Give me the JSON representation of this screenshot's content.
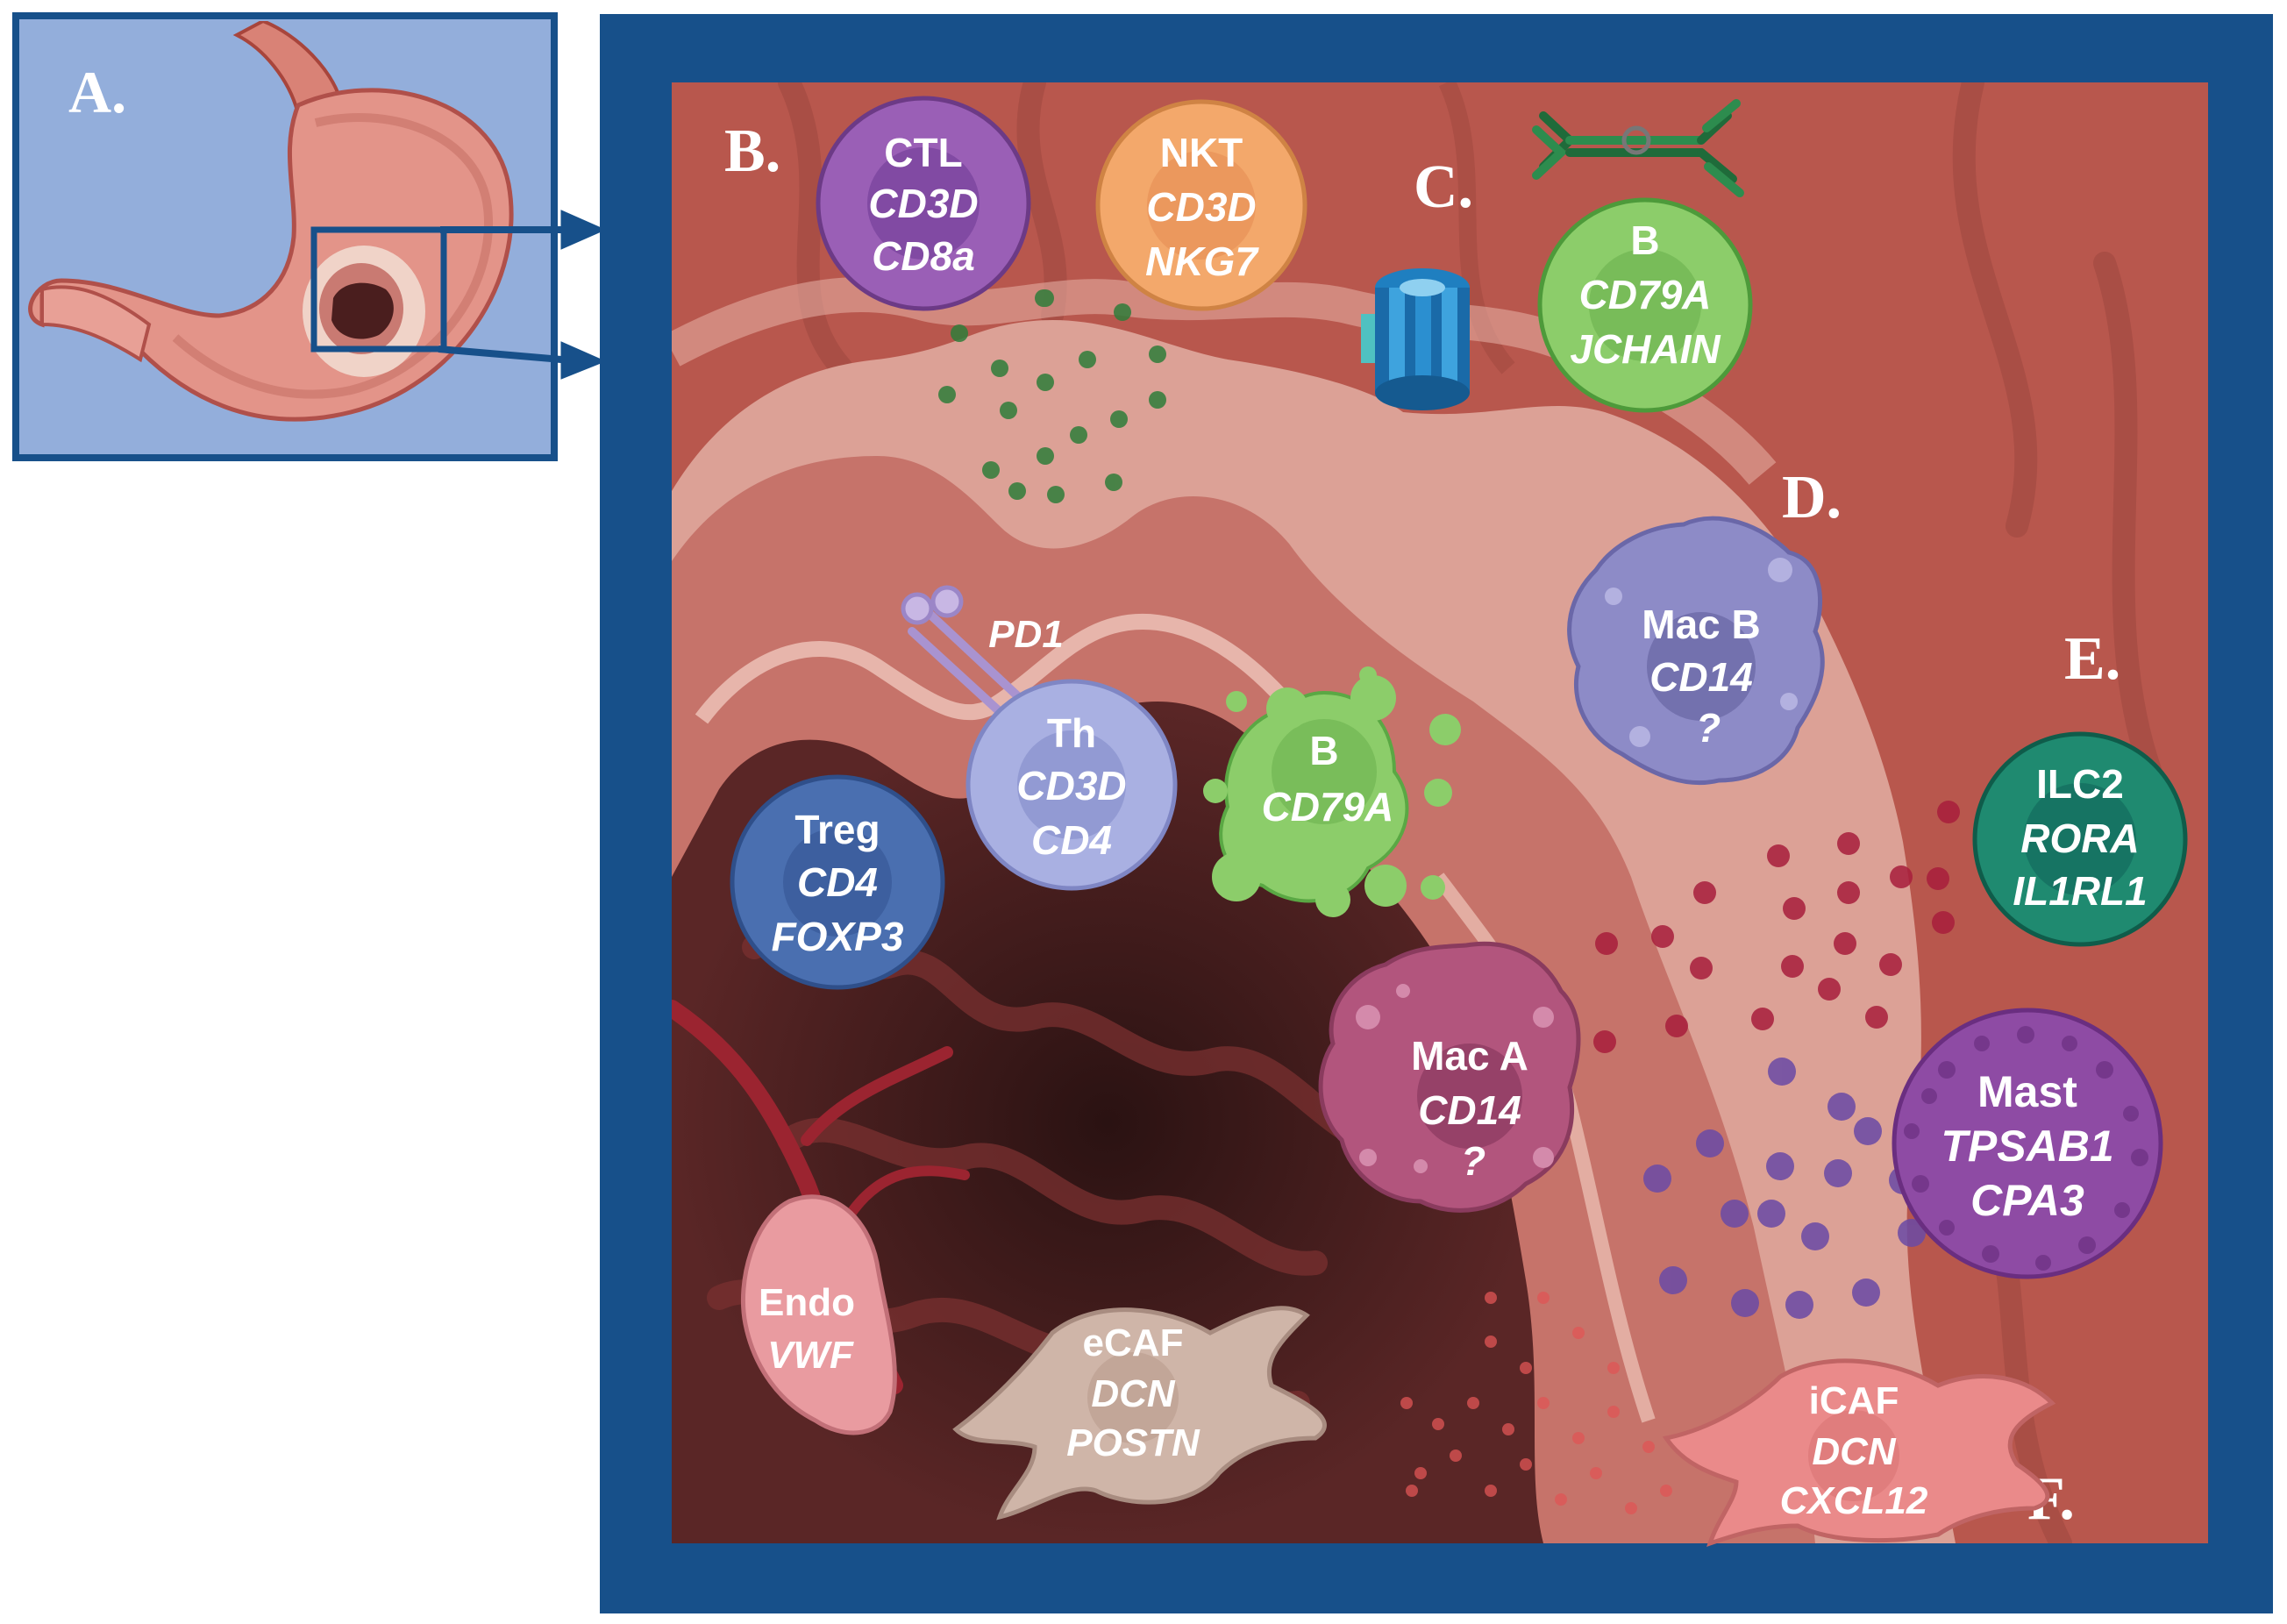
{
  "panels": {
    "a": "A.",
    "b": "B.",
    "c": "C.",
    "d": "D.",
    "e": "E.",
    "f": "F."
  },
  "receptor_label": "PD1",
  "cells": {
    "ctl": {
      "name": "CTL",
      "markers": [
        "CD3D",
        "CD8a"
      ]
    },
    "nkt": {
      "name": "NKT",
      "markers": [
        "CD3D",
        "NKG7"
      ]
    },
    "b_top": {
      "name": "B",
      "markers": [
        "CD79A",
        "JCHAIN"
      ]
    },
    "mac_b": {
      "name": "Mac B",
      "markers": [
        "CD14",
        "?"
      ]
    },
    "th": {
      "name": "Th",
      "markers": [
        "CD3D",
        "CD4"
      ]
    },
    "b_mid": {
      "name": "B",
      "markers": [
        "CD79A"
      ]
    },
    "treg": {
      "name": "Treg",
      "markers": [
        "CD4",
        "FOXP3"
      ]
    },
    "ilc2": {
      "name": "ILC2",
      "markers": [
        "RORA",
        "IL1RL1"
      ]
    },
    "mac_a": {
      "name": "Mac A",
      "markers": [
        "CD14",
        "?"
      ]
    },
    "mast": {
      "name": "Mast",
      "markers": [
        "TPSAB1",
        "CPA3"
      ]
    },
    "endo": {
      "name": "Endo",
      "markers": [
        "VWF"
      ]
    },
    "ecaf": {
      "name": "eCAF",
      "markers": [
        "DCN",
        "POSTN"
      ]
    },
    "icaf": {
      "name": "iCAF",
      "markers": [
        "DCN",
        "CXCL12"
      ]
    }
  },
  "colors": {
    "frame": "#17508a",
    "inset_bg": "#93aedb",
    "tissue_dark": "#b8574d",
    "tissue_light": "#dca196",
    "ctl": "#9a5fb6",
    "nkt": "#f3a86b",
    "b_cell": "#8ccd6a",
    "mac_b": "#8d8bc7",
    "th": "#a9b0e2",
    "treg": "#4a6fb0",
    "ilc2": "#1f8a70",
    "mac_a": "#b2557d",
    "mast": "#8e4ba4",
    "endo": "#e99ba0",
    "ecaf": "#cfb5a8",
    "icaf": "#ea8a8a"
  }
}
